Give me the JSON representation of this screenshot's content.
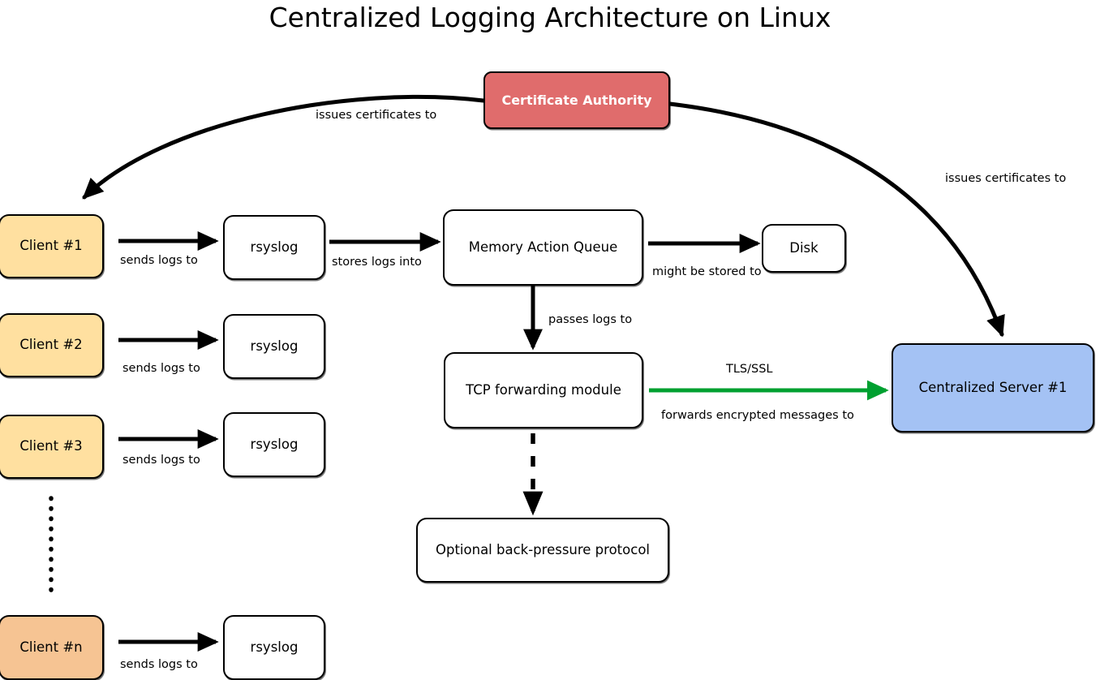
{
  "diagram": {
    "title": "Centralized Logging Architecture on Linux",
    "colors": {
      "client_fill": "#ffe0a0",
      "client_n_fill": "#f6c493",
      "certificate_authority_fill": "#e06c6c",
      "server_fill": "#a4c2f4",
      "tls_arrow": "#00a030",
      "stroke": "#000000",
      "background": "#ffffff"
    },
    "nodes": {
      "certificate_authority": "Certificate Authority",
      "client_1": "Client #1",
      "client_2": "Client #2",
      "client_3": "Client #3",
      "client_n": "Client #n",
      "rsyslog_1": "rsyslog",
      "rsyslog_2": "rsyslog",
      "rsyslog_3": "rsyslog",
      "rsyslog_n": "rsyslog",
      "memory_action_queue": "Memory Action Queue",
      "disk": "Disk",
      "tcp_forwarding_module": "TCP forwarding module",
      "optional_back_pressure": "Optional back-pressure protocol",
      "centralized_server": "Centralized Server #1"
    },
    "edge_labels": {
      "ca_to_client": "issues certificates to",
      "ca_to_server": "issues certificates to",
      "client1_to_rsyslog": "sends logs to",
      "client2_to_rsyslog": "sends logs to",
      "client3_to_rsyslog": "sends logs to",
      "clientn_to_rsyslog": "sends logs to",
      "rsyslog_to_queue": "stores logs into",
      "queue_to_disk": "might be stored to",
      "queue_to_tcp": "passes logs to",
      "tls_protocol": "TLS/SSL",
      "tcp_to_server": "forwards encrypted messages to"
    }
  }
}
